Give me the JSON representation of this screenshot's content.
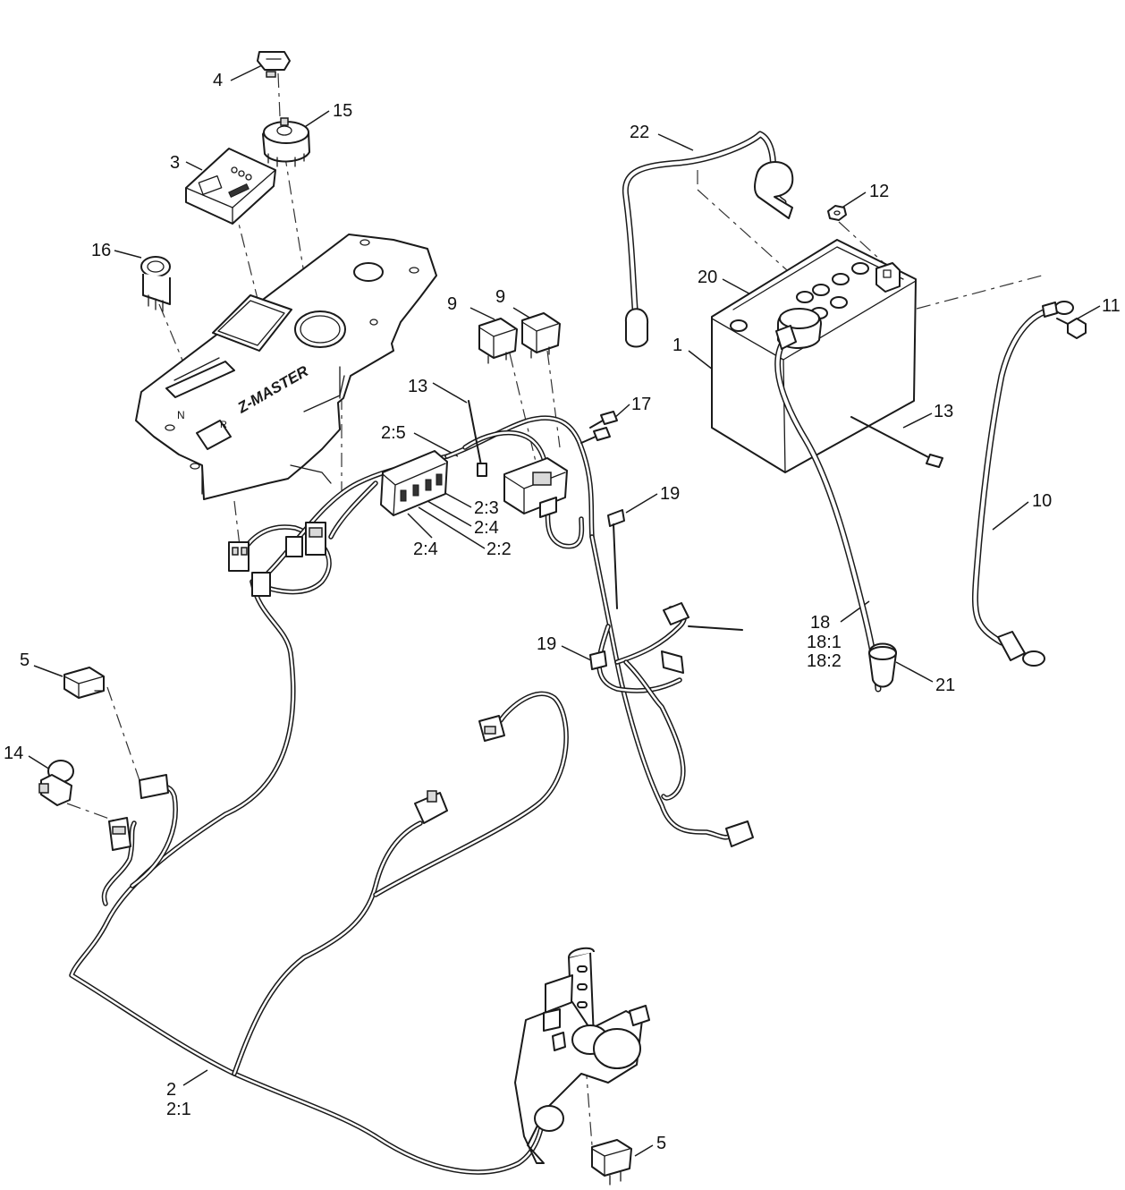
{
  "callouts": {
    "c4": "4",
    "c15": "15",
    "c3": "3",
    "c16": "16",
    "c22": "22",
    "c12": "12",
    "c20": "20",
    "c11": "11",
    "c1": "1",
    "c9a": "9",
    "c9b": "9",
    "c13a": "13",
    "c13b": "13",
    "c17": "17",
    "c2_5": "2:5",
    "c2_3": "2:3",
    "c2_4a": "2:4",
    "c2_4b": "2:4",
    "c2_2": "2:2",
    "c19a": "19",
    "c19b": "19",
    "c10": "10",
    "c18": "18",
    "c18_1": "18:1",
    "c18_2": "18:2",
    "c21": "21",
    "c5a": "5",
    "c5b": "5",
    "c14": "14",
    "c2": "2",
    "c2_1": "2:1"
  },
  "panel": {
    "logo_text": "Z-MASTER",
    "marking_n": "N",
    "marking_r": "R"
  }
}
